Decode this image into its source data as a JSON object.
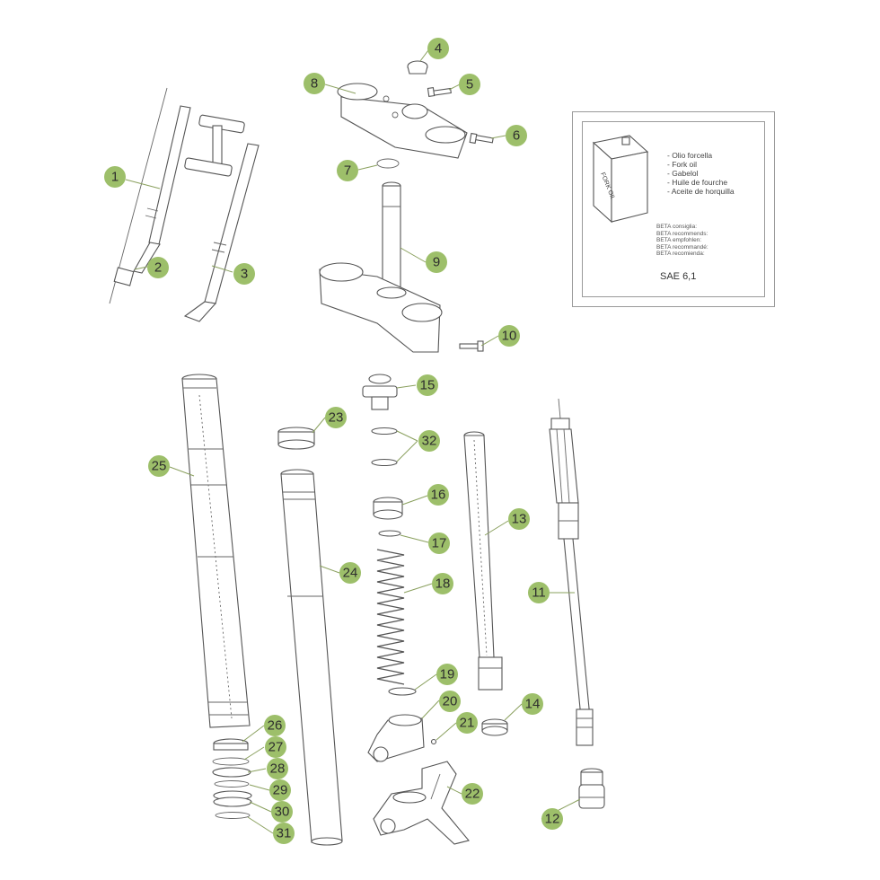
{
  "info_box": {
    "can_label": "FORK OIL",
    "oil_names": [
      "- Olio forcella",
      "- Fork oil",
      "- Gabelol",
      "- Huile de fourche",
      "- Aceite de horquilla"
    ],
    "recommends": [
      "BETA consiglia:",
      "BETA recommends:",
      "BETA empfohlen:",
      "BETA recommandé:",
      "BETA recomienda:"
    ],
    "grade": "SAE 6,1"
  },
  "callouts": {
    "c1": "1",
    "c2": "2",
    "c3": "3",
    "c4": "4",
    "c5": "5",
    "c6": "6",
    "c7": "7",
    "c8": "8",
    "c9": "9",
    "c10": "10",
    "c11": "11",
    "c12": "12",
    "c13": "13",
    "c14": "14",
    "c15": "15",
    "c16": "16",
    "c17": "17",
    "c18": "18",
    "c19": "19",
    "c20": "20",
    "c21": "21",
    "c22": "22",
    "c23": "23",
    "c24": "24",
    "c25": "25",
    "c26": "26",
    "c27": "27",
    "c28": "28",
    "c29": "29",
    "c30": "30",
    "c31": "31",
    "c32": "32"
  },
  "colors": {
    "badge": "#9dbf6a",
    "line": "#555555",
    "leader": "#8aa05e"
  }
}
